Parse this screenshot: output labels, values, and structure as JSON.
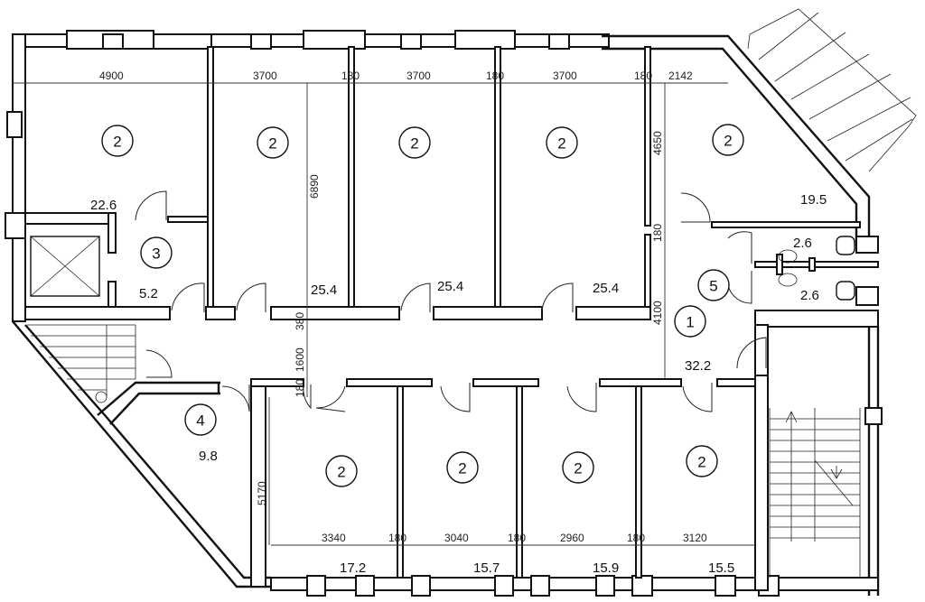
{
  "room_numbers": [
    "2",
    "2",
    "2",
    "2",
    "2",
    "3",
    "5",
    "1",
    "4",
    "2",
    "2",
    "2",
    "2"
  ],
  "areas": [
    "22.6",
    "19.5",
    "2.6",
    "2.6",
    "5.2",
    "25.4",
    "25.4",
    "25.4",
    "32.2",
    "9.8",
    "17.2",
    "15.7",
    "15.9",
    "15.5"
  ],
  "dims_top": [
    "4900",
    "3700",
    "180",
    "3700",
    "180",
    "3700",
    "180",
    "2142"
  ],
  "dims_bottom": [
    "3340",
    "180",
    "3040",
    "180",
    "2960",
    "180",
    "3120"
  ],
  "dims_vertical": [
    "6890",
    "4650",
    "180",
    "4100",
    "380",
    "1600",
    "180",
    "5170"
  ]
}
